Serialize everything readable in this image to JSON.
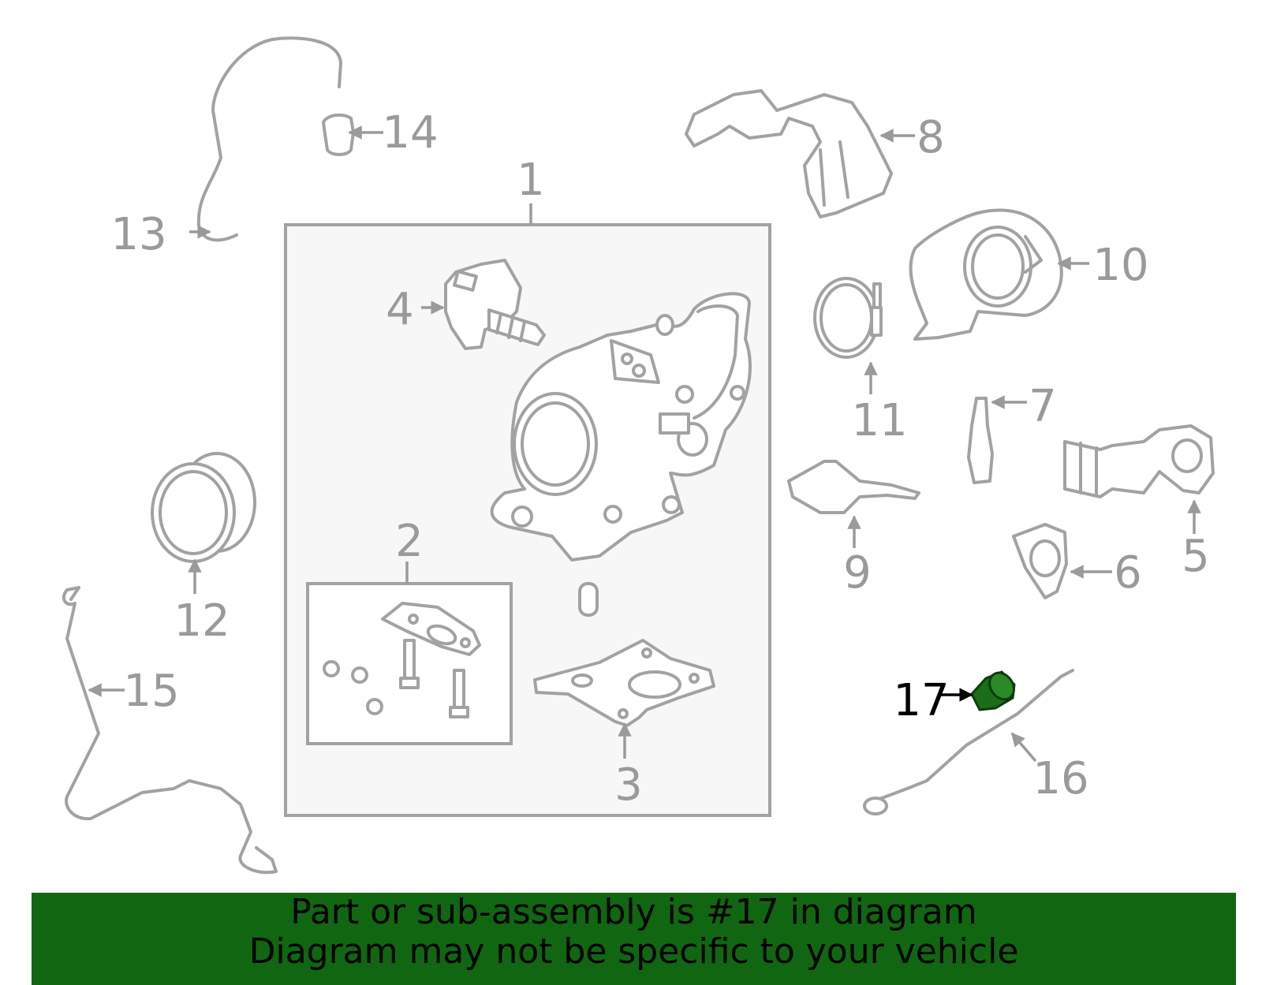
{
  "diagram": {
    "callouts": [
      {
        "id": "1",
        "label": "1"
      },
      {
        "id": "2",
        "label": "2"
      },
      {
        "id": "3",
        "label": "3"
      },
      {
        "id": "4",
        "label": "4"
      },
      {
        "id": "5",
        "label": "5"
      },
      {
        "id": "6",
        "label": "6"
      },
      {
        "id": "7",
        "label": "7"
      },
      {
        "id": "8",
        "label": "8"
      },
      {
        "id": "9",
        "label": "9"
      },
      {
        "id": "10",
        "label": "10"
      },
      {
        "id": "11",
        "label": "11"
      },
      {
        "id": "12",
        "label": "12"
      },
      {
        "id": "13",
        "label": "13"
      },
      {
        "id": "14",
        "label": "14"
      },
      {
        "id": "15",
        "label": "15"
      },
      {
        "id": "16",
        "label": "16"
      },
      {
        "id": "17",
        "label": "17"
      }
    ],
    "highlighted_callout": "17",
    "colors": {
      "line_art": "#a2a2a2",
      "callout_text": "#9a9a9a",
      "highlight_part": "#1a6e1a",
      "banner_background": "#116611",
      "assembly_box_fill": "#f7f7f7"
    }
  },
  "banner": {
    "line1": "Part or sub-assembly is #17 in diagram",
    "line2": "Diagram may not be specific to your vehicle"
  }
}
